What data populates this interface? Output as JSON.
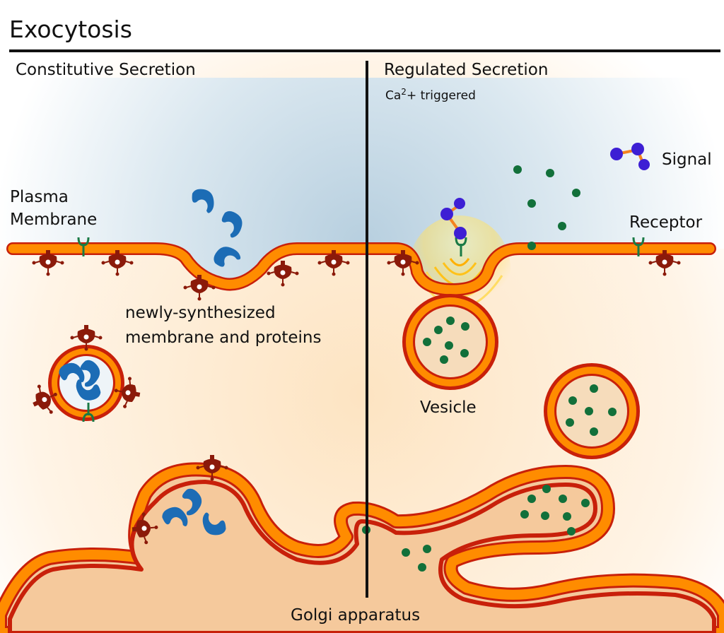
{
  "title": "Exocytosis",
  "panels": {
    "left": {
      "heading": "Constitutive Secretion"
    },
    "right": {
      "heading": "Regulated Secretion",
      "subheading_prefix": "Ca",
      "subheading_sup": "2",
      "subheading_suffix": "+ triggered"
    }
  },
  "labels": {
    "plasma_membrane_line1": "Plasma",
    "plasma_membrane_line2": "Membrane",
    "receptor": "Receptor",
    "signal": "Signal",
    "new_membrane_line1": "newly-synthesized",
    "new_membrane_line2": "membrane and proteins",
    "vesicle": "Vesicle",
    "golgi": "Golgi apparatus"
  },
  "colors": {
    "membrane_orange": "#ff8c00",
    "membrane_edge": "#c8200a",
    "cytoplasm": "#fde9cc",
    "extracellular": "#c9dde9",
    "golgi_lumen": "#f5c99c",
    "protein_blue": "#1c6cb5",
    "granule_green": "#12703a",
    "signal_purple": "#3d1fd4",
    "signal_link": "#f5821f",
    "receptor_green": "#1a7a45",
    "membrane_protein": "#8b1a0a",
    "calcium_glow": "#ffd84a"
  }
}
